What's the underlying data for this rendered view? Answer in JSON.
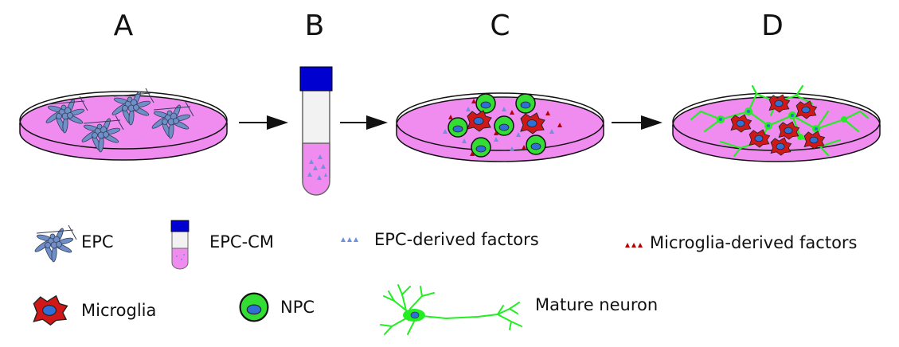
{
  "steps": [
    {
      "label": "A"
    },
    {
      "label": "B"
    },
    {
      "label": "C"
    },
    {
      "label": "D"
    }
  ],
  "legend": {
    "epc": "EPC",
    "epc_cm": "EPC-CM",
    "epc_factors": "EPC-derived factors",
    "microglia_factors": "Microglia-derived factors",
    "microglia": "Microglia",
    "npc": "NPC",
    "mature_neuron": "Mature neuron"
  },
  "colors": {
    "medium": "#f08cf0",
    "dish_rim": "#ffffff",
    "tube_cap": "#0000d0",
    "tube_body": "#f2f2f2",
    "epc_blue": "#6f8fc8",
    "microglia_red": "#d01818",
    "npc_green": "#33dd33",
    "nucleus_blue": "#2f6fd6",
    "neuron_green": "#22ee22",
    "factor_red": "#b80000",
    "factor_blue": "#6f8fe0"
  }
}
